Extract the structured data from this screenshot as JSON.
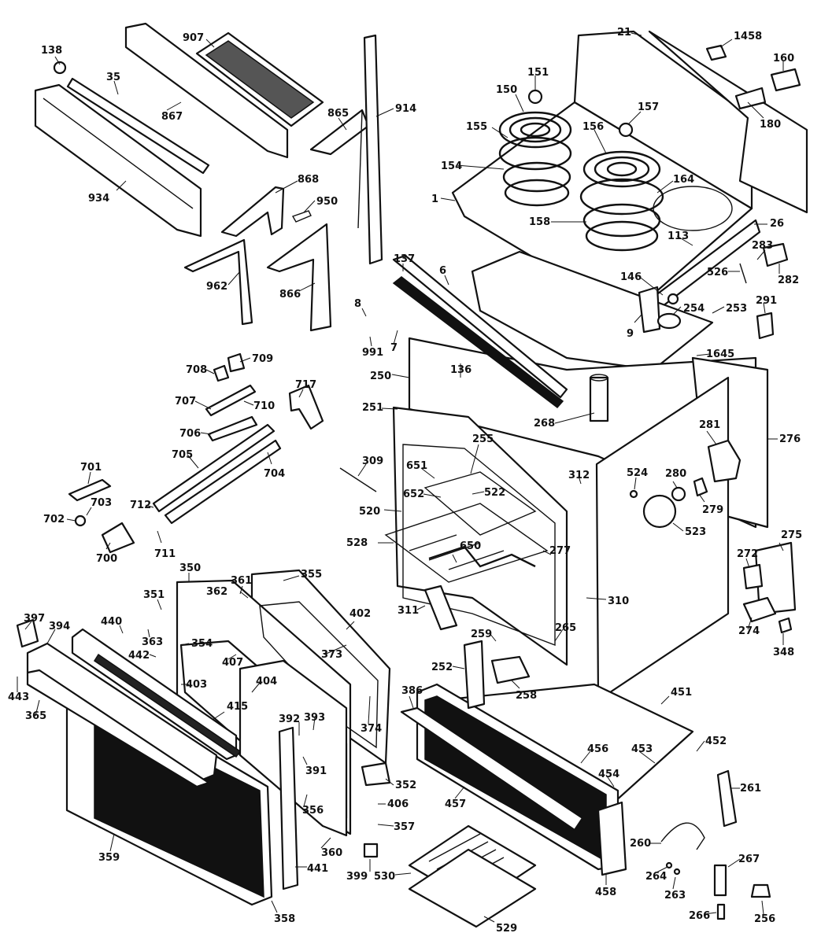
{
  "diagram": {
    "callouts": [
      "138",
      "35",
      "907",
      "867",
      "934",
      "865",
      "914",
      "868",
      "950",
      "962",
      "866",
      "21",
      "1458",
      "160",
      "180",
      "151",
      "150",
      "157",
      "155",
      "156",
      "154",
      "164",
      "1",
      "158",
      "26",
      "113",
      "283",
      "526",
      "282",
      "146",
      "254",
      "253",
      "9",
      "291",
      "137",
      "6",
      "8",
      "991",
      "7",
      "136",
      "250",
      "1645",
      "268",
      "251",
      "255",
      "276",
      "281",
      "709",
      "708",
      "707",
      "710",
      "717",
      "706",
      "705",
      "704",
      "309",
      "701",
      "703",
      "702",
      "712",
      "700",
      "711",
      "651",
      "652",
      "522",
      "312",
      "524",
      "280",
      "279",
      "520",
      "523",
      "528",
      "650",
      "277",
      "275",
      "272",
      "350",
      "355",
      "351",
      "362",
      "361",
      "440",
      "363",
      "442",
      "402",
      "354",
      "407",
      "373",
      "403",
      "404",
      "397",
      "394",
      "443",
      "365",
      "415",
      "374",
      "311",
      "310",
      "274",
      "259",
      "265",
      "348",
      "252",
      "258",
      "386",
      "451",
      "452",
      "392",
      "393",
      "391",
      "456",
      "453",
      "454",
      "261",
      "352",
      "406",
      "356",
      "457",
      "357",
      "260",
      "267",
      "359",
      "360",
      "441",
      "399",
      "530",
      "264",
      "263",
      "458",
      "358",
      "266",
      "256",
      "529"
    ]
  }
}
